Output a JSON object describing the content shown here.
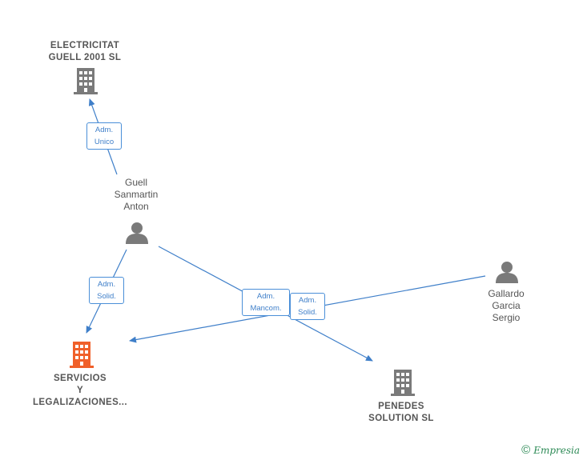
{
  "nodes": {
    "electricitat": {
      "line1": "ELECTRICITAT",
      "line2": "GUELL 2001 SL"
    },
    "guell": {
      "line1": "Guell",
      "line2": "Sanmartin",
      "line3": "Anton"
    },
    "gallardo": {
      "line1": "Gallardo",
      "line2": "Garcia",
      "line3": "Sergio"
    },
    "servicios": {
      "line1": "SERVICIOS",
      "line2": "Y",
      "line3": "LEGALIZACIONES..."
    },
    "penedes": {
      "line1": "PENEDES",
      "line2": "SOLUTION  SL"
    }
  },
  "edges": {
    "adm_unico": {
      "line1": "Adm.",
      "line2": "Unico"
    },
    "adm_solid_left": {
      "line1": "Adm.",
      "line2": "Solid."
    },
    "adm_mancom": {
      "line1": "Adm.",
      "line2": "Mancom."
    },
    "adm_solid_right": {
      "line1": "Adm.",
      "line2": "Solid."
    }
  },
  "colors": {
    "edge": "#3f7fc9",
    "company_icon": "#7a7a7a",
    "main_company_icon": "#f0602a",
    "person_icon": "#7a7a7a"
  },
  "footer": {
    "copyright": "©",
    "brand": "Empresia"
  }
}
